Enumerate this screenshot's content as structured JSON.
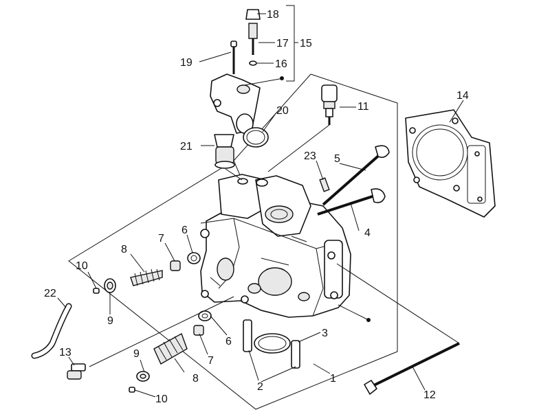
{
  "callouts": [
    {
      "id": "1",
      "text": "1"
    },
    {
      "id": "2",
      "text": "2"
    },
    {
      "id": "3",
      "text": "3"
    },
    {
      "id": "4",
      "text": "4"
    },
    {
      "id": "5",
      "text": "5"
    },
    {
      "id": "6a",
      "text": "6"
    },
    {
      "id": "6b",
      "text": "6"
    },
    {
      "id": "7a",
      "text": "7"
    },
    {
      "id": "7b",
      "text": "7"
    },
    {
      "id": "8a",
      "text": "8"
    },
    {
      "id": "8b",
      "text": "8"
    },
    {
      "id": "9a",
      "text": "9"
    },
    {
      "id": "9b",
      "text": "9"
    },
    {
      "id": "10a",
      "text": "10"
    },
    {
      "id": "10b",
      "text": "10"
    },
    {
      "id": "11",
      "text": "11"
    },
    {
      "id": "12",
      "text": "12"
    },
    {
      "id": "13",
      "text": "13"
    },
    {
      "id": "14",
      "text": "14"
    },
    {
      "id": "15",
      "text": "15"
    },
    {
      "id": "16",
      "text": "16"
    },
    {
      "id": "17",
      "text": "17"
    },
    {
      "id": "18",
      "text": "18"
    },
    {
      "id": "19",
      "text": "19"
    },
    {
      "id": "20",
      "text": "20"
    },
    {
      "id": "21",
      "text": "21"
    },
    {
      "id": "22",
      "text": "22"
    },
    {
      "id": "23",
      "text": "23"
    }
  ]
}
